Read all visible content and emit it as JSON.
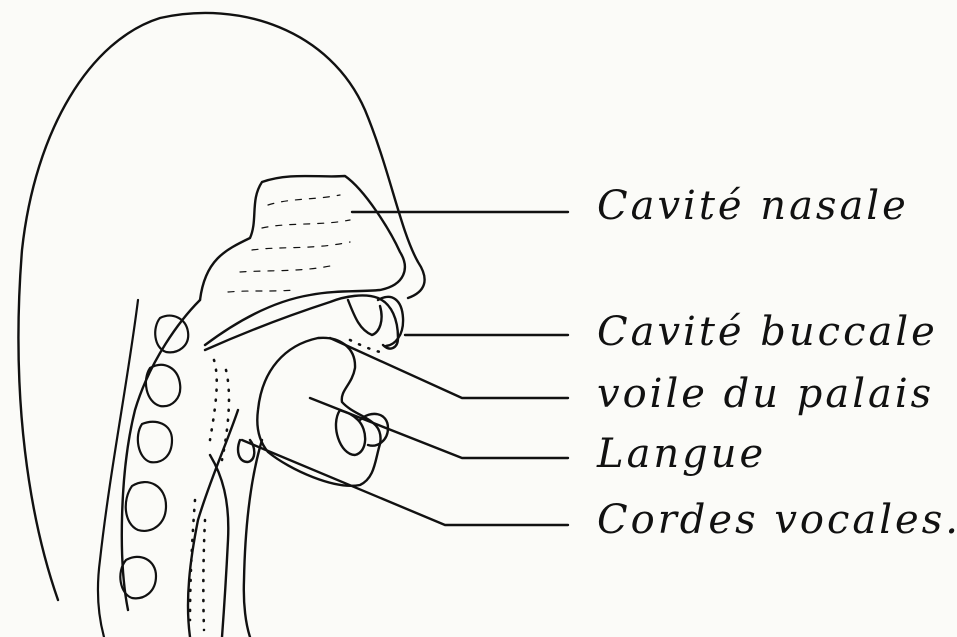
{
  "labels": {
    "nasal_cavity": "Cavité nasale",
    "oral_cavity": "Cavité buccale",
    "soft_palate": "voile du palais",
    "tongue": "Langue",
    "vocal_cords": "Cordes vocales."
  },
  "colors": {
    "ink": "#111111",
    "paper": "#fbfbf8"
  }
}
